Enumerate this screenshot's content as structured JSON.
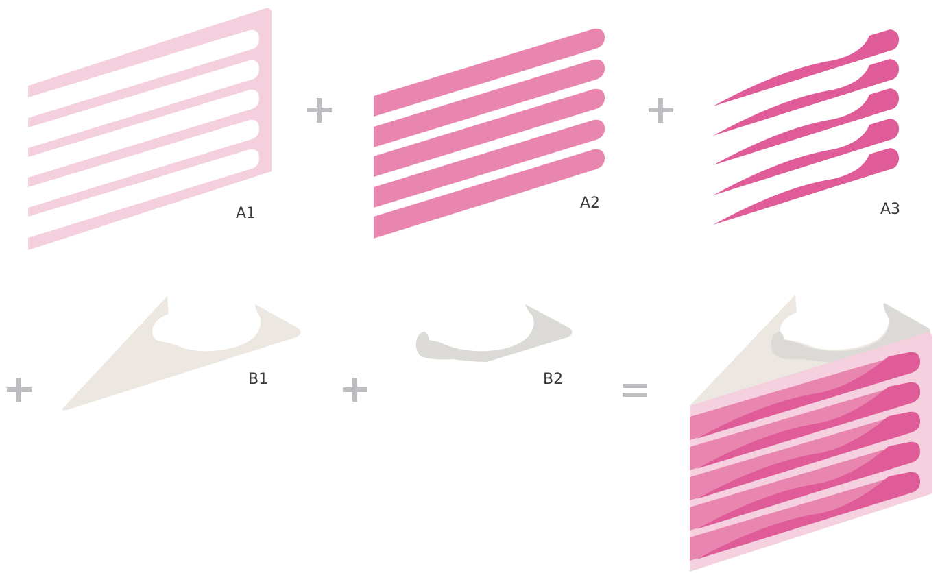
{
  "labels": {
    "a1": "A1",
    "a2": "A2",
    "a3": "A3",
    "b1": "B1",
    "b2": "B2"
  },
  "colors": {
    "a1": "#f4cfdd",
    "a2": "#e886b0",
    "a3": "#e05c98",
    "b1": "#ece8e1",
    "b2": "#dcdad7",
    "operator": "#bdbcc0"
  }
}
